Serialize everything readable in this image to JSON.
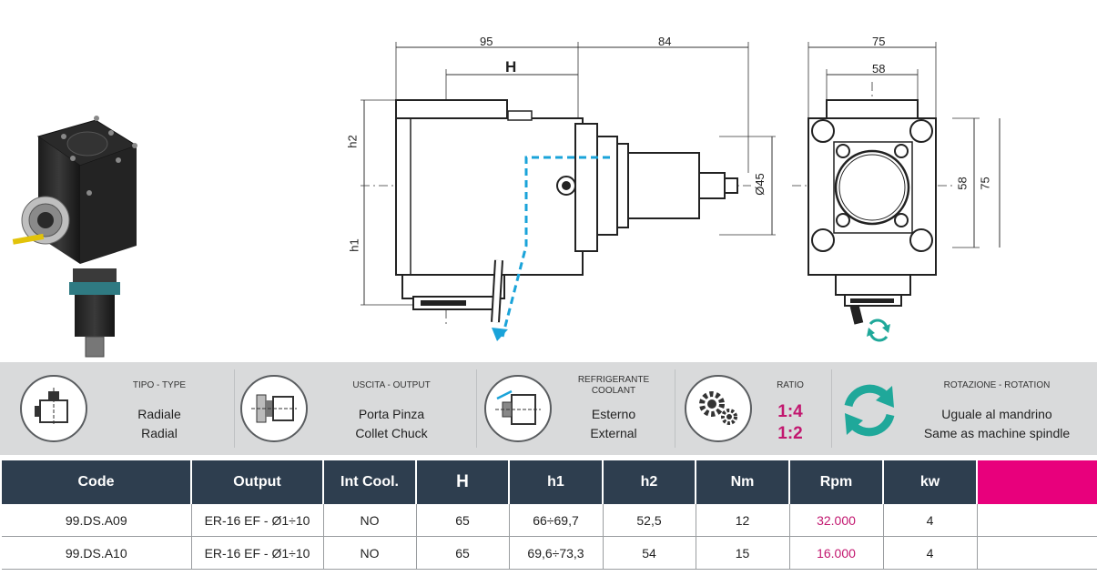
{
  "dimensions": {
    "top_left": "95",
    "top_right": "84",
    "h_label": "H",
    "h2_label": "h2",
    "h1_label": "h1",
    "diameter": "Ø45",
    "side_width_outer": "75",
    "side_width_inner": "58",
    "side_height_inner": "58",
    "side_height_outer": "75"
  },
  "features": [
    {
      "caption": "TIPO - TYPE",
      "line1": "Radiale",
      "line2": "Radial",
      "icon": "radial-type-icon"
    },
    {
      "caption": "USCITA - OUTPUT",
      "line1": "Porta Pinza",
      "line2": "Collet Chuck",
      "icon": "collet-output-icon"
    },
    {
      "caption": "REFRIGERANTE COOLANT",
      "line1": "Esterno",
      "line2": "External",
      "icon": "external-coolant-icon"
    },
    {
      "caption": "RATIO",
      "line1": "1:4",
      "line2": "1:2",
      "icon": "gears-icon"
    },
    {
      "caption": "ROTAZIONE - ROTATION",
      "line1": "Uguale al mandrino",
      "line2": "Same as machine spindle",
      "icon": "rotation-arrows-icon"
    }
  ],
  "table": {
    "headers": [
      "Code",
      "Output",
      "Int Cool.",
      "H",
      "h1",
      "h2",
      "Nm",
      "Rpm",
      "kw",
      ""
    ],
    "rows": [
      [
        "99.DS.A09",
        "ER-16 EF - Ø1÷10",
        "NO",
        "65",
        "66÷69,7",
        "52,5",
        "12",
        "32.000",
        "4"
      ],
      [
        "99.DS.A10",
        "ER-16 EF - Ø1÷10",
        "NO",
        "65",
        "69,6÷73,3",
        "54",
        "15",
        "16.000",
        "4"
      ]
    ]
  },
  "colors": {
    "header_bg": "#2e3e4f",
    "accent_pink": "#e8007c",
    "ratio_text": "#c2176f",
    "coolant_blue": "#1aa3d9",
    "rotation_teal": "#1fa89a",
    "band_bg": "#d9dadb"
  }
}
